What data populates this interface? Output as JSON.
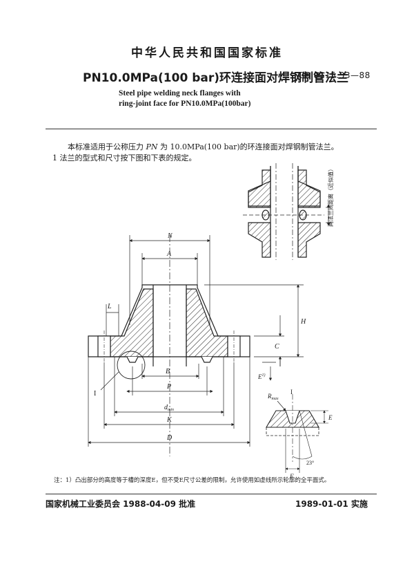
{
  "header": {
    "nation_standard": "中华人民共和国国家标准",
    "title_cn": "PN10.0MPa(100 bar)环连接面对焊钢制管法兰",
    "code": "GB 9115.33—88",
    "title_en_line1": "Steel pipe welding neck flanges with",
    "title_en_line2": "ring-joint face for PN10.0MPa(100bar)"
  },
  "body": {
    "intro_pre": "本标准适用于公称压力",
    "intro_var": "PN",
    "intro_post": "为 10.0MPa(100 bar)的环连接面对焊钢制管法兰。",
    "clause_1": "1  法兰的型式和尺寸按下图和下表的规定。"
  },
  "drawing": {
    "labels": {
      "N": "N",
      "A": "A",
      "L": "L",
      "H": "H",
      "C": "C",
      "E": "E",
      "E_note": "1)",
      "B": "B",
      "P": "P",
      "d": "d",
      "d_sub": "min",
      "K": "K",
      "D": "D",
      "I": "I",
      "detail_I": "I",
      "R": "R",
      "R_sub": "max",
      "E_detail": "E",
      "F": "F",
      "angle": "23°",
      "side_label": "两法兰间距离（近似值）"
    }
  },
  "footnote": "注：1）凸出部分的高度等于槽的深度E，但不受E尺寸公差的限制，允许使用如虚线所示轮廓的全平面式。",
  "footer": {
    "approval": "国家机械工业委员会 1988-04-09 批准",
    "implementation": "1989-01-01 实施"
  }
}
